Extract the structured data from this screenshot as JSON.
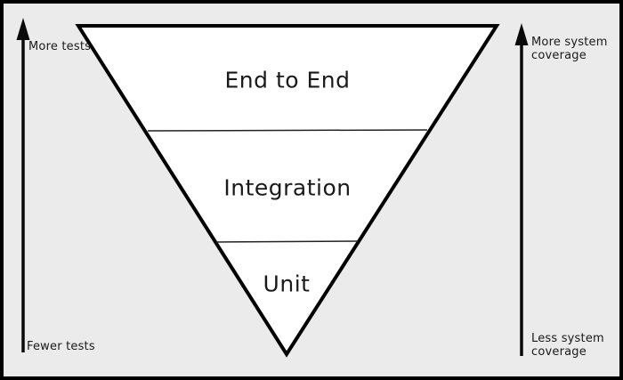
{
  "colors": {
    "background": "#ebebeb",
    "shape_fill": "#ffffff",
    "line": "#000000",
    "text": "#1a1a1a"
  },
  "pyramid": {
    "layers": [
      {
        "label": "End to End"
      },
      {
        "label": "Integration"
      },
      {
        "label": "Unit"
      }
    ]
  },
  "left_axis": {
    "top_label": "More tests",
    "bottom_label": "Fewer tests"
  },
  "right_axis": {
    "top_label": "More system coverage",
    "bottom_label": "Less system coverage"
  }
}
